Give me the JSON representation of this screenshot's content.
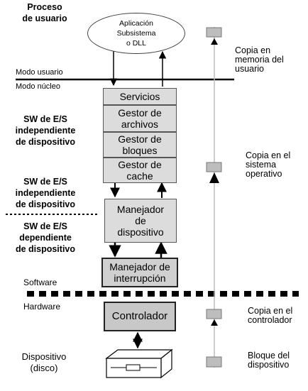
{
  "process": {
    "title": "Proceso\nde usuario",
    "app": "Aplicación\nSubsistema\no DLL"
  },
  "modes": {
    "user": "Modo usuario",
    "kernel": "Modo núcleo"
  },
  "left_labels": {
    "sw_independiente_1": "SW de E/S\nindependiente\nde dispositivo",
    "sw_independiente_2": "SW de E/S\nindependiente\nde dispositivo",
    "sw_dependiente": "SW de E/S\ndependiente\nde dispositivo",
    "software": "Software",
    "hardware": "Hardware",
    "dispositivo": "Dispositivo\n(disco)"
  },
  "boxes": {
    "servicios": "Servicios",
    "gestor_archivos": "Gestor de\narchivos",
    "gestor_bloques": "Gestor de\nbloques",
    "gestor_cache": "Gestor de\ncache",
    "manejador_dispositivo": "Manejador\nde\ndispositivo",
    "manejador_interrupcion": "Manejador de\ninterrupción",
    "controlador": "Controlador"
  },
  "right_labels": {
    "copia_usuario": "Copia en\nmemoria del\nusuario",
    "copia_so": "Copia en el\nsistema\noperativo",
    "copia_controlador": "Copia en el\ncontrolador",
    "bloque": "Bloque del\ndispositivo"
  },
  "colors": {
    "box_fill": "#dcdcdc",
    "box_dark": "#c8c8c8",
    "line": "#000000",
    "right_line": "#bbbbbb"
  }
}
